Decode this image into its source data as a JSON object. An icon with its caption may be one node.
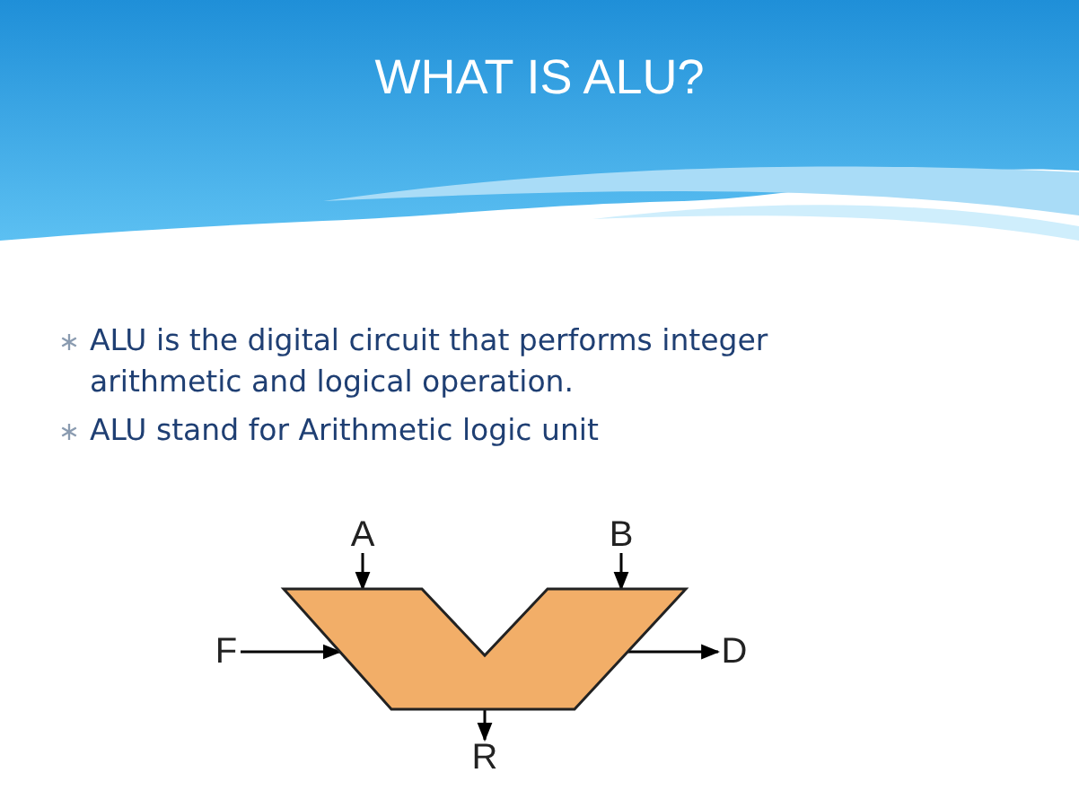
{
  "diagram": {
    "title": "WHAT IS ALU?",
    "nodes": [
      {
        "text": [
          "A"
        ]
      },
      {
        "text": [
          "B"
        ]
      },
      {
        "text": [
          "F"
        ]
      },
      {
        "text": [],
        "shape": "polygon"
      },
      {
        "text": [
          "D"
        ]
      },
      {
        "text": [
          "R"
        ]
      }
    ],
    "edges": [
      {
        "from": 0,
        "to": 3,
        "arrow": "to"
      },
      {
        "from": 1,
        "to": 3,
        "arrow": "to"
      },
      {
        "from": 2,
        "to": 3,
        "arrow": "to"
      },
      {
        "from": 3,
        "to": 4,
        "arrow": "to"
      },
      {
        "from": 3,
        "to": 5,
        "arrow": "to"
      }
    ],
    "labels": [
      "ALU is the digital circuit that performs integer arithmetic and logical operation.",
      "ALU stand for Arithmetic logic unit"
    ]
  }
}
